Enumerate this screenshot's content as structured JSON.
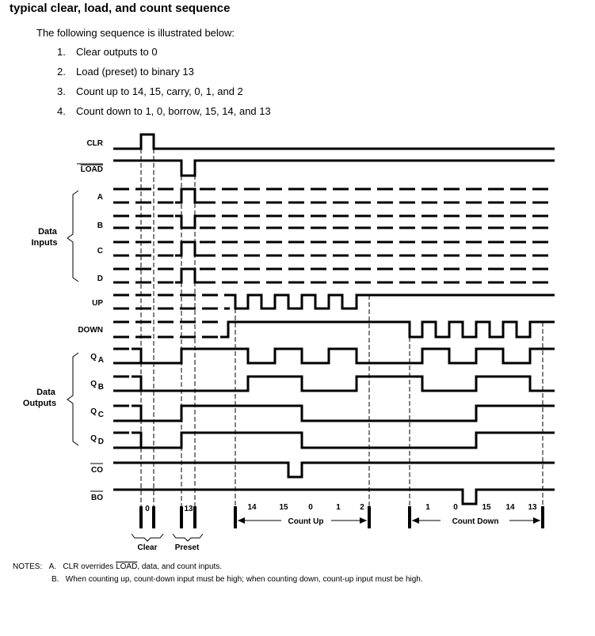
{
  "title": "typical clear, load, and count sequence",
  "intro": "The following sequence is illustrated below:",
  "steps": [
    {
      "n": "1.",
      "text": "Clear outputs to 0"
    },
    {
      "n": "2.",
      "text": "Load (preset) to binary 13"
    },
    {
      "n": "3.",
      "text": "Count up to 14, 15, carry, 0, 1, and 2"
    },
    {
      "n": "4.",
      "text": "Count down to 1, 0, borrow, 15, 14, and 13"
    }
  ],
  "signals": {
    "clr": "CLR",
    "load": "LOAD",
    "a": "A",
    "b": "B",
    "c": "C",
    "d": "D",
    "up": "UP",
    "down": "DOWN",
    "qa": "Q",
    "qa_sub": "A",
    "qb": "Q",
    "qb_sub": "B",
    "qc": "Q",
    "qc_sub": "C",
    "qd": "Q",
    "qd_sub": "D",
    "co": "CO",
    "bo": "BO"
  },
  "groups": {
    "inputs_1": "Data",
    "inputs_2": "Inputs",
    "outputs_1": "Data",
    "outputs_2": "Outputs"
  },
  "markers": {
    "clear_value": "0",
    "preset_value": "13",
    "count_up": [
      "14",
      "15",
      "0",
      "1",
      "2"
    ],
    "count_down": [
      "1",
      "0",
      "15",
      "14",
      "13"
    ],
    "count_up_label": "Count Up",
    "count_down_label": "Count Down",
    "clear_label": "Clear",
    "preset_label": "Preset"
  },
  "notes": {
    "prefix": "NOTES:",
    "a_letter": "A.",
    "a_text_1": "CLR overrides ",
    "a_text_load": "LOAD",
    "a_text_2": ", data, and count inputs.",
    "b_letter": "B.",
    "b_text": "When counting up, count-down input must be high; when counting down, count-up input must be high."
  }
}
